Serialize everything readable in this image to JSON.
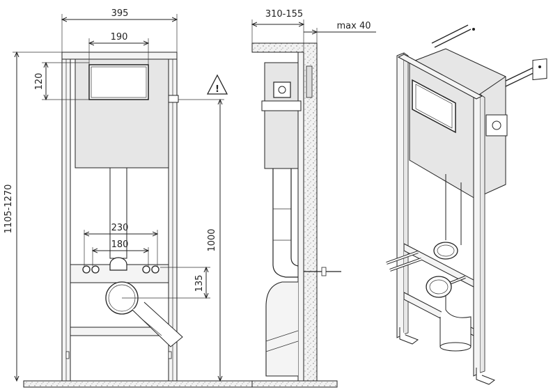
{
  "dimensions": {
    "frame_width": "395",
    "panel_width": "190",
    "panel_height": "120",
    "total_height": "1105-1270",
    "inner_spacing_outer": "230",
    "inner_spacing_inner": "180",
    "pipe_offset": "135",
    "floor_height": "1000",
    "side_depth": "310-155",
    "wall_offset": "max 40"
  },
  "symbols": {
    "warning": "!"
  },
  "colors": {
    "line": "#222222",
    "fill_gray": "#e6e6e6",
    "fill_dark": "#d0d0d0",
    "hatch": "#9a9a9a"
  }
}
